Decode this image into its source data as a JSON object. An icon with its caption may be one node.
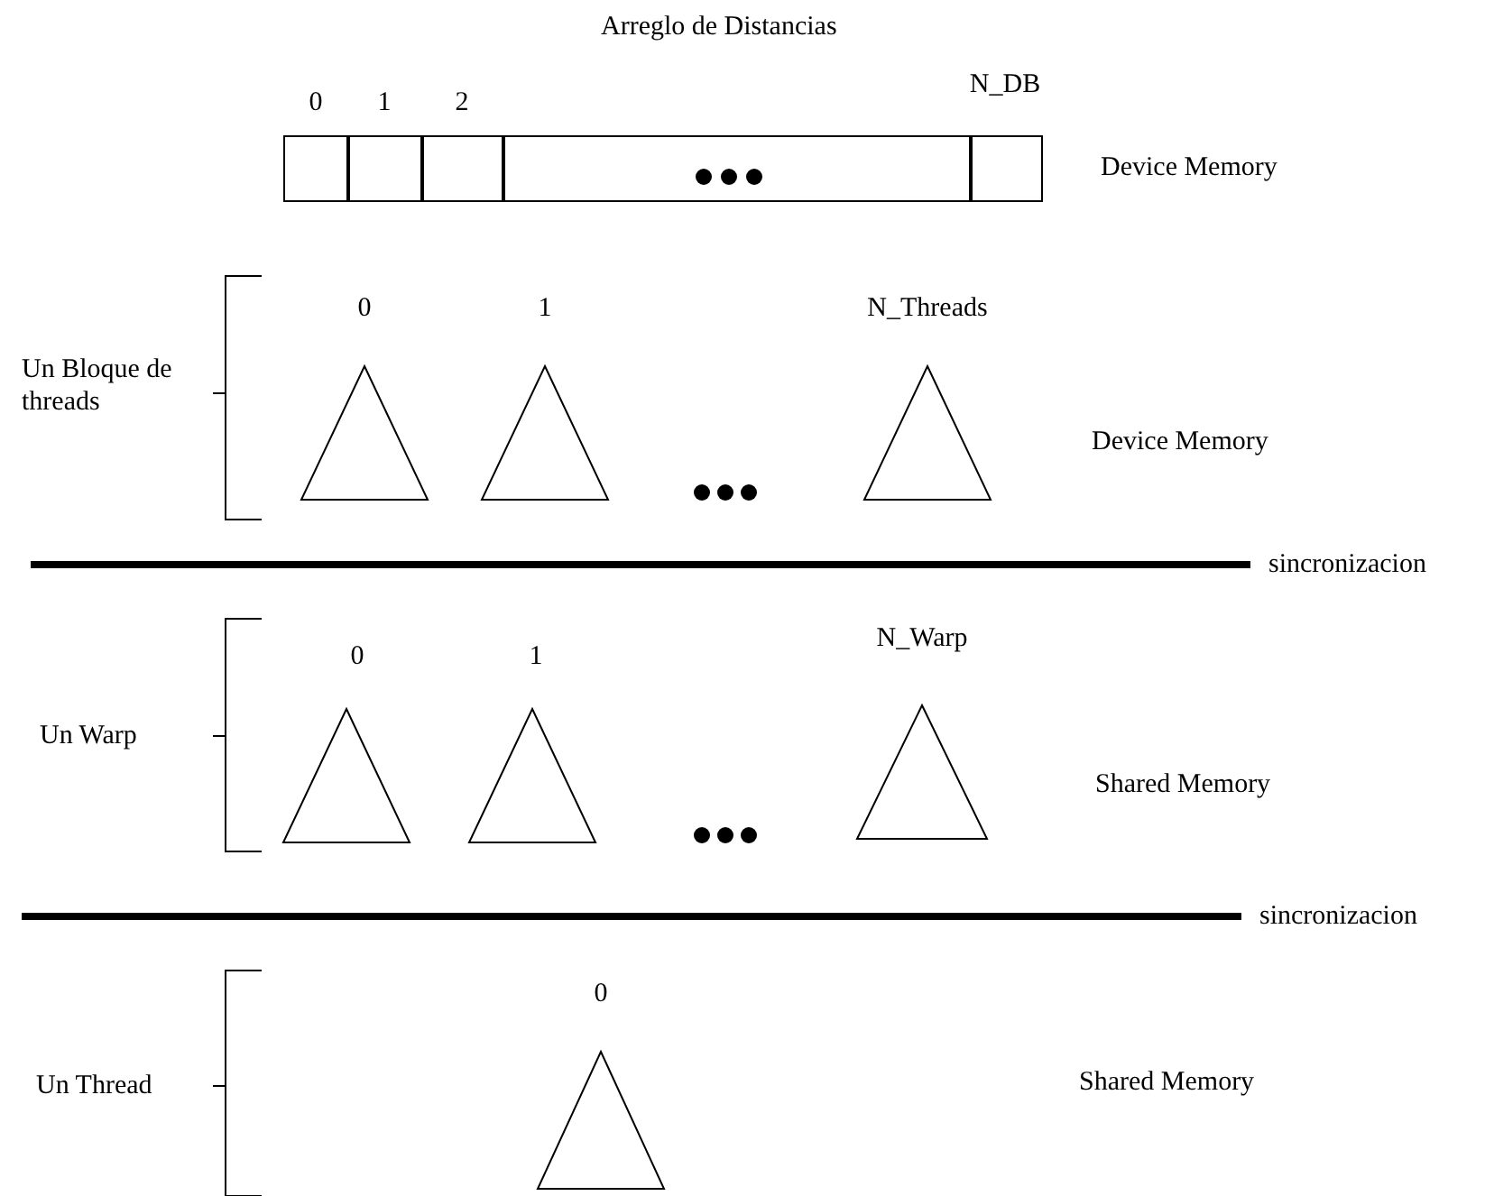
{
  "diagram": {
    "title": "Arreglo de Distancias",
    "nodes": [
      {
        "text": [],
        "shape": "box",
        "beside": [
          "0"
        ]
      },
      {
        "text": [],
        "shape": "box",
        "beside": [
          "1"
        ]
      },
      {
        "text": [],
        "shape": "box",
        "beside": [
          "2"
        ]
      },
      {
        "text": [],
        "shape": "box"
      },
      {
        "text": [],
        "shape": "box",
        "beside": [
          "N_DB"
        ]
      },
      {
        "text": [],
        "shape": "triangle",
        "beside": [
          "0"
        ]
      },
      {
        "text": [],
        "shape": "triangle",
        "beside": [
          "1"
        ]
      },
      {
        "text": [],
        "shape": "triangle",
        "beside": [
          "N_Threads"
        ]
      },
      {
        "text": [],
        "shape": "triangle",
        "beside": [
          "0"
        ]
      },
      {
        "text": [],
        "shape": "triangle",
        "beside": [
          "1"
        ]
      },
      {
        "text": [],
        "shape": "triangle",
        "beside": [
          "N_Warp"
        ]
      },
      {
        "text": [],
        "shape": "triangle",
        "beside": [
          "0"
        ]
      }
    ],
    "edges": [],
    "labels": [
      "Device Memory",
      "Un Bloque de threads",
      "Device Memory",
      "sincronizacion",
      "Un Warp",
      "Shared Memory",
      "sincronizacion",
      "Un Thread",
      "Shared Memory"
    ]
  }
}
